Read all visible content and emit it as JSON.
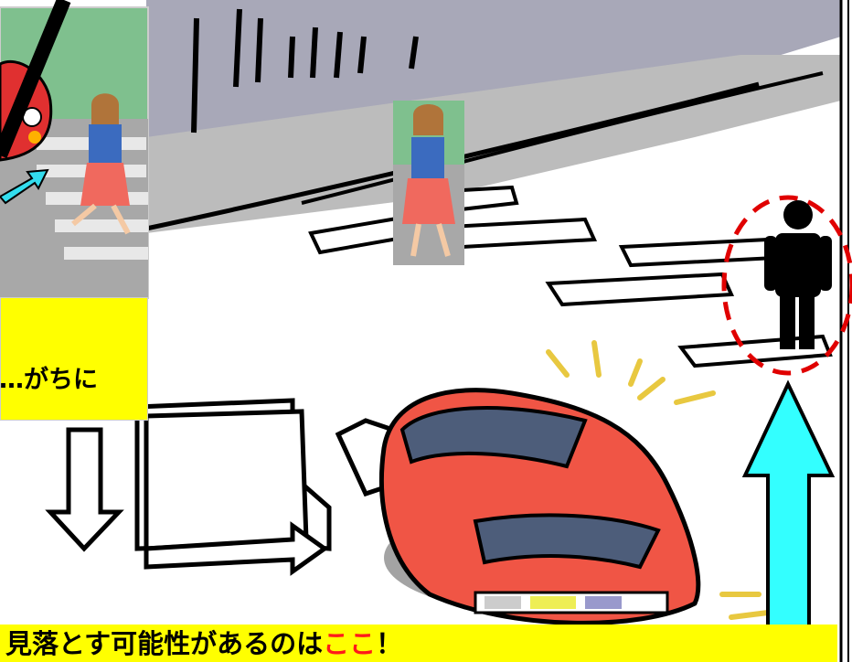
{
  "captions": {
    "top_partial": "…がちに",
    "bottom_main": "見落とす可能性があるのは",
    "bottom_highlight": "ここ",
    "bottom_tail": "！"
  },
  "colors": {
    "caption_bg": "#ffff00",
    "highlight": "#ff1a1a",
    "arrow": "#33ffff",
    "car": "#f05545",
    "inset_bg": "#77c29a",
    "danger_circle": "#e00000"
  },
  "icons": {
    "pedestrian_small": "woman-pedestrian",
    "pedestrian_large": "man-silhouette",
    "car": "red-car",
    "crosswalk": "crosswalk",
    "arrow": "up-arrow"
  }
}
